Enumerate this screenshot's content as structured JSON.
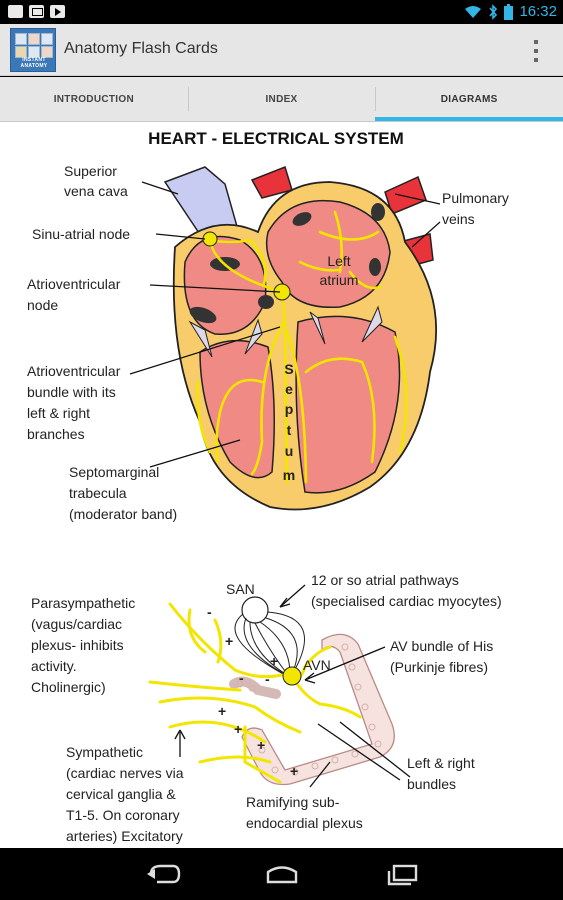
{
  "status_bar": {
    "time": "16:32",
    "left_icons": [
      "image-icon",
      "mail-icon",
      "play-store-icon"
    ],
    "accent": "#33b5e5"
  },
  "app": {
    "title": "Anatomy Flash Cards",
    "icon_caption": "INSTANT ANATOMY"
  },
  "tabs": [
    {
      "label": "INTRODUCTION",
      "active": false
    },
    {
      "label": "INDEX",
      "active": false
    },
    {
      "label": "DIAGRAMS",
      "active": true
    }
  ],
  "diagram": {
    "title": "HEART - ELECTRICAL SYSTEM",
    "upper_labels": {
      "svc_1": "Superior",
      "svc_2": "vena cava",
      "san": "Sinu-atrial node",
      "avn_1": "Atrioventricular",
      "avn_2": "node",
      "bundle_1": "Atrioventricular",
      "bundle_2": "bundle with its",
      "bundle_3": "left & right",
      "bundle_4": "branches",
      "septomarg_1": "Septomarginal",
      "septomarg_2": "trabecula",
      "septomarg_3": "(moderator band)",
      "pulm_1": "Pulmonary",
      "pulm_2": "veins",
      "la_1": "Left",
      "la_2": "atrium",
      "septum_letters": [
        "S",
        "e",
        "p",
        "t",
        "u",
        "m"
      ]
    },
    "lower_labels": {
      "san": "SAN",
      "avn": "AVN",
      "atrial_1": "12 or so atrial pathways",
      "atrial_2": "(specialised cardiac myocytes)",
      "para_1": "Parasympathetic",
      "para_2": "(vagus/cardiac",
      "para_3": "plexus- inhibits",
      "para_4": "activity.",
      "para_5": "Cholinergic)",
      "his_1": "AV bundle of His",
      "his_2": "(Purkinje fibres)",
      "symp_1": "Sympathetic",
      "symp_2": "(cardiac nerves via",
      "symp_3": "cervical ganglia &",
      "symp_4": "T1-5. On coronary",
      "symp_5": "arteries) Excitatory",
      "lr_1": "Left & right",
      "lr_2": "bundles",
      "ram_1": "Ramifying sub-",
      "ram_2": "endocardial plexus",
      "signs": [
        "-",
        "+",
        "-",
        "+",
        "+",
        "+",
        "+",
        "+",
        "-"
      ]
    }
  }
}
